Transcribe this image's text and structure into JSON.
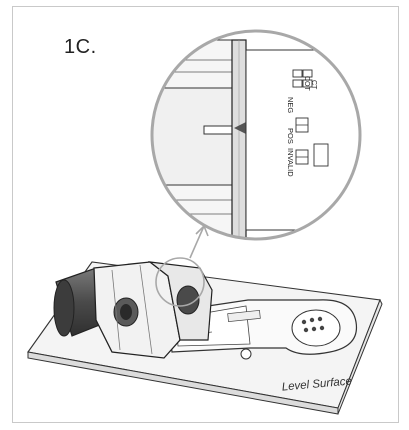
{
  "figure": {
    "step": "1C.",
    "surface_label": "Level Surface",
    "strip_labels": {
      "ct": "CT",
      "cot": "COT",
      "neg": "NEG",
      "pos": "POS",
      "invalid": "INVALID"
    }
  }
}
